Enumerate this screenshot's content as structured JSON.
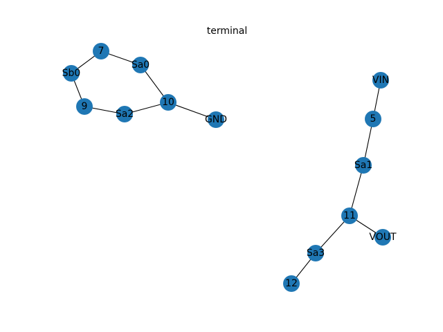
{
  "title": "terminal",
  "node_color": "#1f77b4",
  "edge_color": "#000000",
  "nodes": [
    "7",
    "Sa0",
    "Sb0",
    "9",
    "Sa2",
    "10",
    "GND",
    "VIN",
    "5",
    "Sa1",
    "11",
    "VOUT",
    "Sa3",
    "12"
  ],
  "edges": [
    [
      "Sb0",
      "7"
    ],
    [
      "7",
      "Sa0"
    ],
    [
      "Sa0",
      "10"
    ],
    [
      "Sb0",
      "9"
    ],
    [
      "9",
      "Sa2"
    ],
    [
      "Sa2",
      "10"
    ],
    [
      "10",
      "GND"
    ],
    [
      "VIN",
      "5"
    ],
    [
      "5",
      "Sa1"
    ],
    [
      "Sa1",
      "11"
    ],
    [
      "11",
      "VOUT"
    ],
    [
      "11",
      "Sa3"
    ],
    [
      "Sa3",
      "12"
    ]
  ]
}
